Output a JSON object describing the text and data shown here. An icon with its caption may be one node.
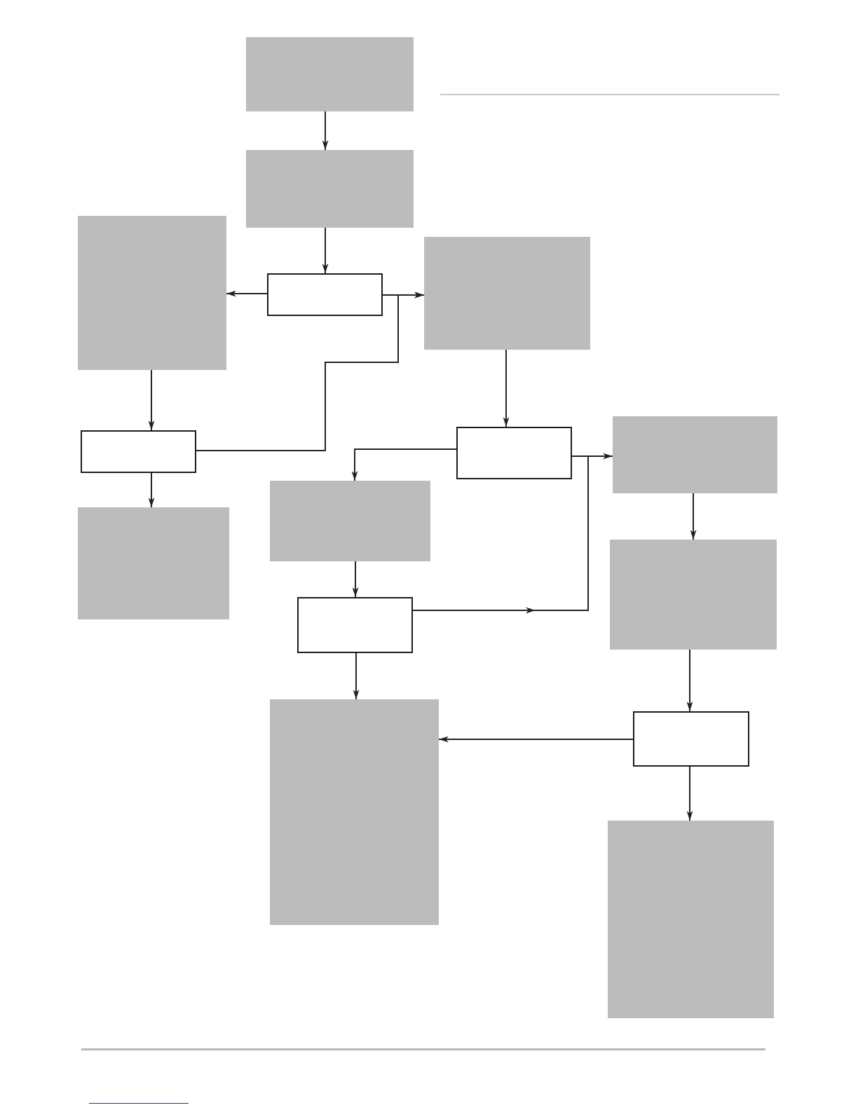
{
  "diagram": {
    "nodes": [
      {
        "text": [],
        "shape": "box"
      },
      {
        "text": [],
        "shape": "box"
      },
      {
        "text": [],
        "shape": "box"
      },
      {
        "text": [],
        "shape": "box"
      },
      {
        "text": [],
        "shape": "box"
      },
      {
        "text": [],
        "shape": "box"
      },
      {
        "text": [],
        "shape": "box"
      },
      {
        "text": [],
        "shape": "box"
      },
      {
        "text": [],
        "shape": "box"
      },
      {
        "text": [],
        "shape": "box"
      },
      {
        "text": [],
        "shape": "box"
      },
      {
        "text": [],
        "shape": "box"
      },
      {
        "text": [],
        "shape": "box"
      },
      {
        "text": [],
        "shape": "box"
      },
      {
        "text": [],
        "shape": "box"
      }
    ],
    "edges": [
      {
        "from": 0,
        "to": 1,
        "arrow": "to"
      },
      {
        "from": 1,
        "to": 3,
        "arrow": "to"
      },
      {
        "from": 3,
        "to": 2,
        "arrow": "to"
      },
      {
        "from": 3,
        "to": 4,
        "arrow": "to"
      },
      {
        "from": 5,
        "to": 4,
        "arrow": "to"
      },
      {
        "from": 2,
        "to": 5,
        "arrow": "to"
      },
      {
        "from": 5,
        "to": 8,
        "arrow": "to"
      },
      {
        "from": 4,
        "to": 6,
        "arrow": "to"
      },
      {
        "from": 6,
        "to": 9,
        "arrow": "to"
      },
      {
        "from": 6,
        "to": 7,
        "arrow": "to"
      },
      {
        "from": 11,
        "to": 7,
        "arrow": "to"
      },
      {
        "from": 9,
        "to": 11,
        "arrow": "to"
      },
      {
        "from": 7,
        "to": 10,
        "arrow": "to"
      },
      {
        "from": 10,
        "to": 13,
        "arrow": "to"
      },
      {
        "from": 13,
        "to": 12,
        "arrow": "to"
      },
      {
        "from": 13,
        "to": 14,
        "arrow": "to"
      },
      {
        "from": 11,
        "to": 12,
        "arrow": "to"
      }
    ]
  }
}
